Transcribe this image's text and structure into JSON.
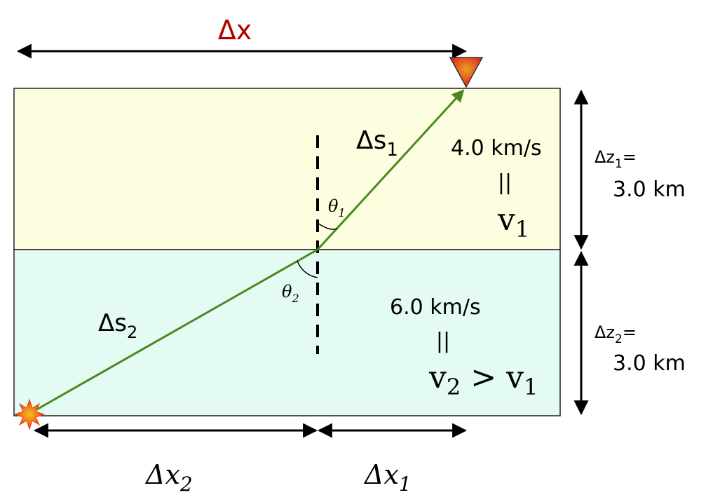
{
  "colors": {
    "upper_layer": "#fdfde0",
    "lower_layer": "#e3fbf3",
    "ray": "#4a8a1c",
    "delta_x": "#b00000",
    "ink": "#000000"
  },
  "labels": {
    "delta_x_total": "Δx",
    "delta_s1": "Δs",
    "delta_s1_sub": "1",
    "delta_s2": "Δs",
    "delta_s2_sub": "2",
    "theta1": "θ",
    "theta1_sub": "1",
    "theta2": "θ",
    "theta2_sub": "2",
    "velocity1_value": "4.0 km/s",
    "velocity1_equals": "||",
    "velocity1_symbol": "v",
    "velocity1_sub": "1",
    "velocity2_value": "6.0 km/s",
    "velocity2_equals": "||",
    "velocity2_symbol": "v",
    "velocity2_sub": "2",
    "velocity2_relation": "> v",
    "velocity2_relation_sub": "1",
    "dz1_label": "Δz",
    "dz1_sub": "1",
    "dz1_eq": "=",
    "dz1_value": "3.0 km",
    "dz2_label": "Δz",
    "dz2_sub": "2",
    "dz2_eq": "=",
    "dz2_value": "3.0 km",
    "delta_x2": "Δx",
    "delta_x2_sub": "2",
    "delta_x1": "Δx",
    "delta_x1_sub": "1"
  },
  "icons": {
    "receiver": "inverted-triangle-receiver",
    "source": "starburst-source"
  }
}
